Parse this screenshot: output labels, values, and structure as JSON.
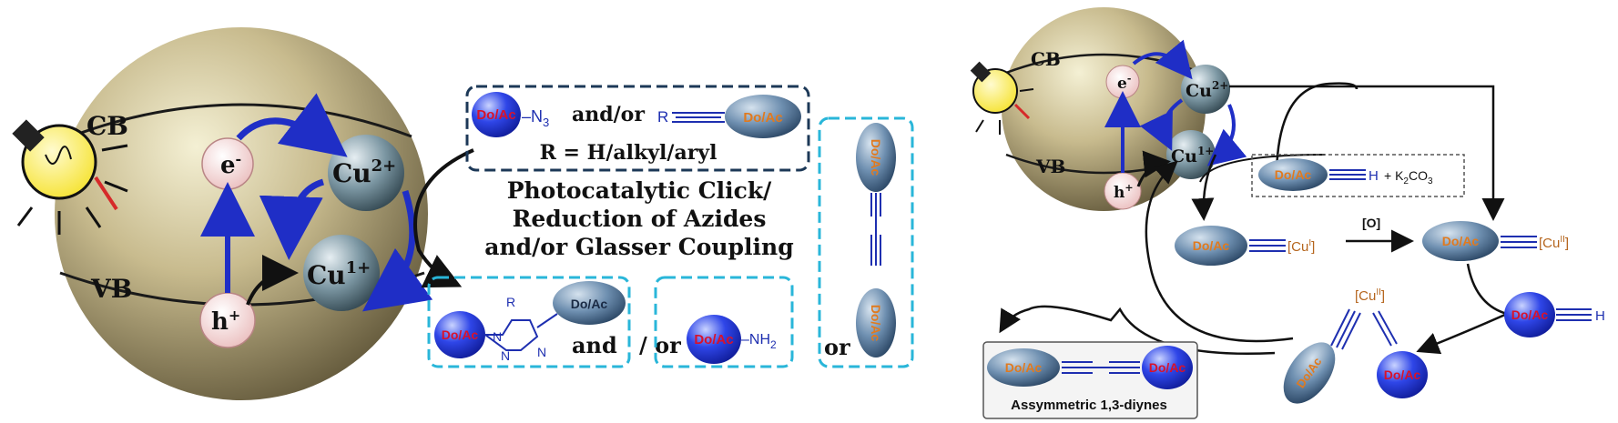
{
  "left_panel": {
    "cb": "CB",
    "vb": "VB",
    "electron": "e",
    "electron_sup": "-",
    "hole": "h",
    "hole_sup": "+",
    "cu2": "Cu",
    "cu2_sup": "2+",
    "cu1": "Cu",
    "cu1_sup": "1+"
  },
  "reactants": {
    "azide_ball": "Do/Ac",
    "azide_group": "–N",
    "azide_sub": "3",
    "andor": "and/or",
    "alkyne_r": "R",
    "alkyne_ball": "Do/Ac",
    "r_def": "R = H/alkyl/aryl"
  },
  "process_title": {
    "line1": "Photocatalytic Click/",
    "line2": "Reduction of Azides",
    "line3": "and/or Glasser Coupling"
  },
  "products": {
    "triazole_left_ball": "Do/Ac",
    "triazole_right_ball": "Do/Ac",
    "triazole_r": "R",
    "triazole_n1": "N",
    "triazole_n2": "N",
    "triazole_n3": "N",
    "and": "and",
    "slash_or": "/ or",
    "amine_ball": "Do/Ac",
    "amine_group": "–NH",
    "amine_sub": "2",
    "or": "or",
    "diyne_top_ball": "Do/Ac",
    "diyne_bottom_ball": "Do/Ac"
  },
  "right_panel": {
    "cb": "CB",
    "vb": "VB",
    "electron": "e",
    "electron_sup": "-",
    "hole": "h",
    "hole_sup": "+",
    "cu2": "Cu",
    "cu2_sup": "2+",
    "cu1": "Cu",
    "cu1_sup": "1+",
    "alkyne_ball": "Do/Ac",
    "alkyne_h": "H",
    "base": "+ K",
    "base_sub1": "2",
    "base_mid": "CO",
    "base_sub2": "3",
    "cuI_ball": "Do/Ac",
    "cuI_label": "[Cu",
    "cuI_sup": "I",
    "cuI_end": "]",
    "oxidant": "[O]",
    "cuII_ball": "Do/Ac",
    "cuII_label": "[Cu",
    "cuII_sup": "II",
    "cuII_end": "]",
    "second_alkyne_ball": "Do/Ac",
    "second_alkyne_h": "H",
    "complex_label": "[Cu",
    "complex_sup": "II",
    "complex_end": "]",
    "complex_ball_left": "Do/Ac",
    "complex_ball_right": "Do/Ac",
    "product_ball_left": "Do/Ac",
    "product_ball_right": "Do/Ac",
    "product_caption": "Assymmetric 1,3-diynes"
  }
}
